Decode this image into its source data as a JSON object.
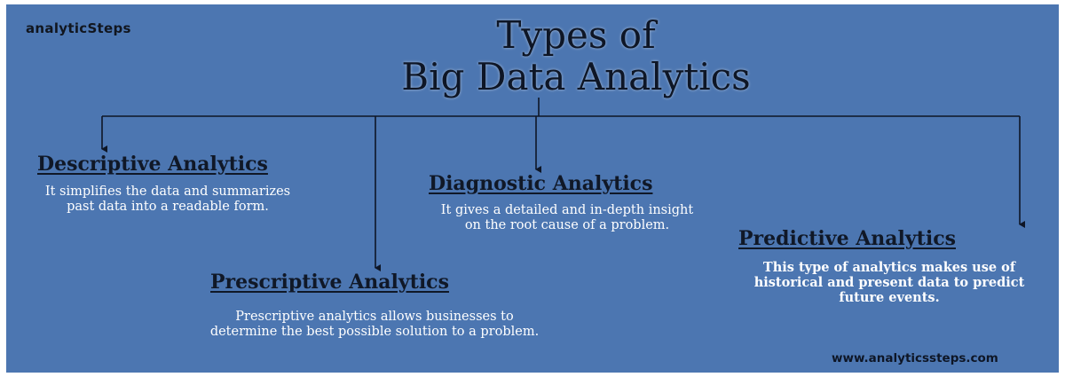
{
  "brand": {
    "logo_text": "analyticSteps",
    "url": "www.analyticssteps.com"
  },
  "title": {
    "line1": "Types of",
    "line2": "Big Data Analytics"
  },
  "types": [
    {
      "heading": "Descriptive Analytics",
      "description": "It simplifies the data and summarizes past data into a readable form."
    },
    {
      "heading": "Diagnostic Analytics",
      "description": "It gives a detailed and in-depth insight on the root cause of a problem."
    },
    {
      "heading": "Predictive Analytics",
      "description": "This type of analytics makes use of historical and present data to predict future events."
    },
    {
      "heading": "Prescriptive Analytics",
      "description": "Prescriptive analytics allows businesses to determine the best possible solution to a problem."
    }
  ],
  "colors": {
    "background": "#4c76b1",
    "dark_text": "#101827",
    "light_text": "#ffffff"
  }
}
